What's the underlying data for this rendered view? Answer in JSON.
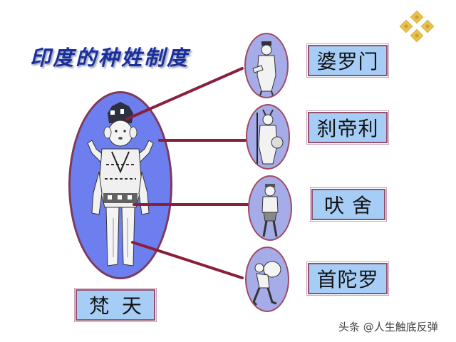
{
  "title": "印度的种姓制度",
  "logo": {
    "icon": "gold-diamond-logo-icon",
    "color": "#e8c24a"
  },
  "center": {
    "label": "梵  天",
    "figure_icon": "brahma-deity-figure-icon",
    "oval_color": "#6d7fef",
    "border_color": "#7e3a5c"
  },
  "castes": [
    {
      "label": "婆罗门",
      "figure_icon": "priest-figure-icon",
      "connects_to": "head"
    },
    {
      "label": "刹帝利",
      "figure_icon": "warrior-figure-icon",
      "connects_to": "arms"
    },
    {
      "label": "吠  舍",
      "figure_icon": "merchant-figure-icon",
      "connects_to": "thighs"
    },
    {
      "label": "首陀罗",
      "figure_icon": "laborer-figure-icon",
      "connects_to": "feet"
    }
  ],
  "colors": {
    "title": "#1a2e9e",
    "connector": "#8a1f3c",
    "label_fill": "#a6cdf6",
    "caste_oval_fill": "#a5ace8"
  },
  "watermark": "头条 @人生触底反弹"
}
